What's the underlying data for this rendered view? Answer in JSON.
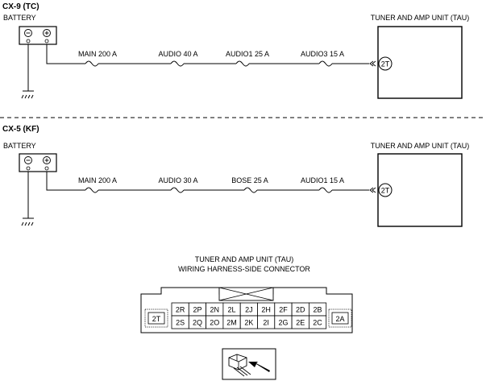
{
  "sections": [
    {
      "title": "CX-9 (TC)",
      "battery_label": "BATTERY",
      "unit_label": "TUNER AND AMP UNIT (TAU)",
      "terminal": "2T",
      "fuses": [
        "MAIN 200 A",
        "AUDIO 40 A",
        "AUDIO1 25 A",
        "AUDIO3 15 A"
      ]
    },
    {
      "title": "CX-5 (KF)",
      "battery_label": "BATTERY",
      "unit_label": "TUNER AND AMP UNIT (TAU)",
      "terminal": "2T",
      "fuses": [
        "MAIN 200 A",
        "AUDIO 30 A",
        "BOSE 25 A",
        "AUDIO1 15 A"
      ]
    }
  ],
  "connector": {
    "title_line1": "TUNER AND AMP UNIT (TAU)",
    "title_line2": "WIRING HARNESS-SIDE CONNECTOR",
    "left_terminal": "2T",
    "right_terminal": "2A",
    "top_row": [
      "2R",
      "2P",
      "2N",
      "2L",
      "2J",
      "2H",
      "2F",
      "2D",
      "2B"
    ],
    "bottom_row": [
      "2S",
      "2Q",
      "2O",
      "2M",
      "2K",
      "2I",
      "2G",
      "2E",
      "2C"
    ]
  }
}
